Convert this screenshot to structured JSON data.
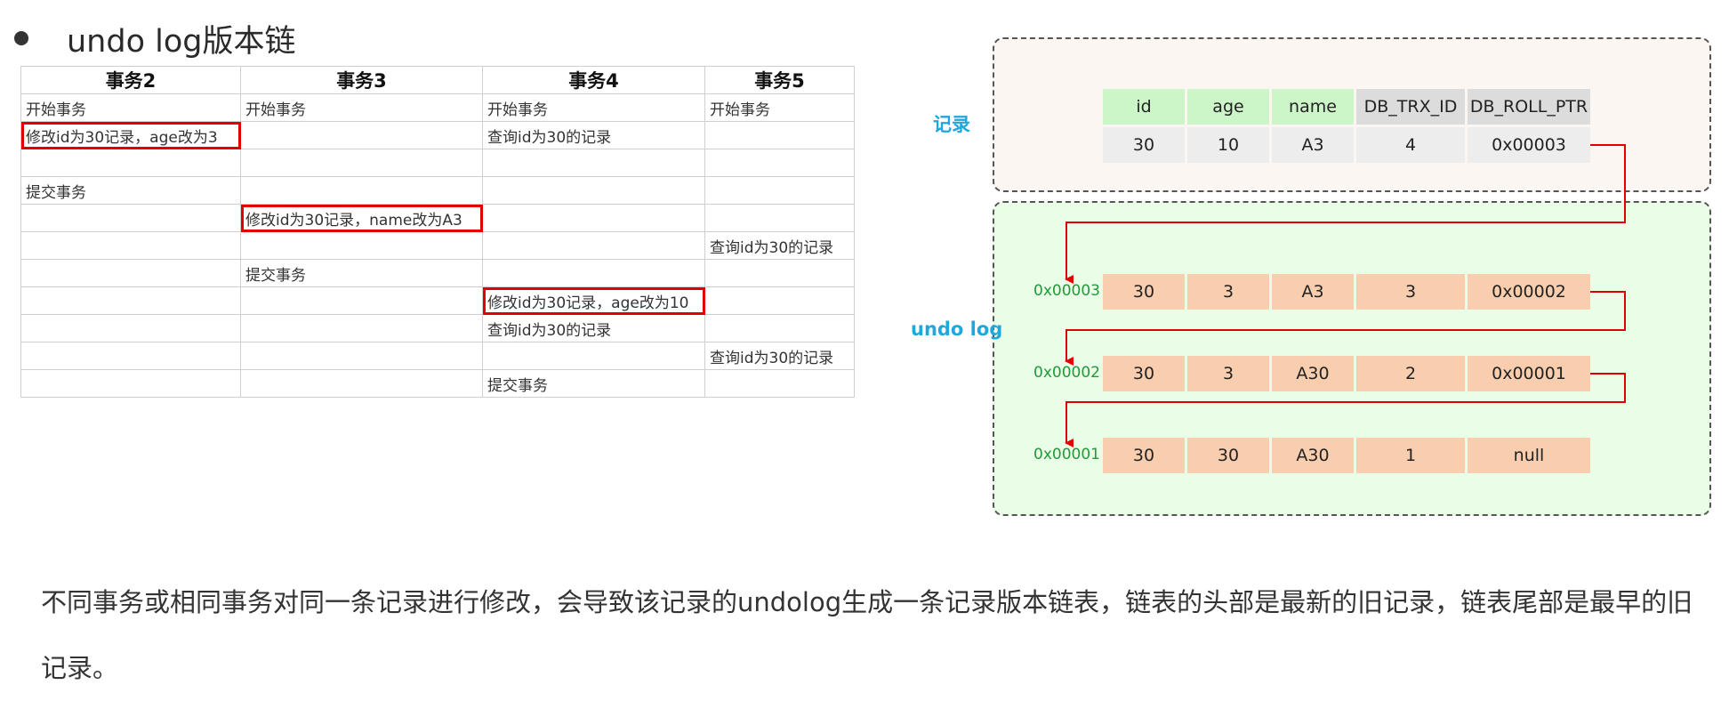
{
  "title": "undo log版本链",
  "table": {
    "headers": [
      "事务2",
      "事务3",
      "事务4",
      "事务5"
    ],
    "rows": [
      [
        "开始事务",
        "开始事务",
        "开始事务",
        "开始事务"
      ],
      [
        "修改id为30记录，age改为3",
        "",
        "查询id为30的记录",
        ""
      ],
      [
        "",
        "",
        "",
        ""
      ],
      [
        "提交事务",
        "",
        "",
        ""
      ],
      [
        "",
        "修改id为30记录，name改为A3",
        "",
        ""
      ],
      [
        "",
        "",
        "",
        "查询id为30的记录"
      ],
      [
        "",
        "提交事务",
        "",
        ""
      ],
      [
        "",
        "",
        "修改id为30记录，age改为10",
        ""
      ],
      [
        "",
        "",
        "查询id为30的记录",
        ""
      ],
      [
        "",
        "",
        "",
        "查询id为30的记录"
      ],
      [
        "",
        "",
        "提交事务",
        ""
      ]
    ]
  },
  "diagram": {
    "record_label": "记录",
    "undo_label": "undo log",
    "columns": [
      "id",
      "age",
      "name",
      "DB_TRX_ID",
      "DB_ROLL_PTR"
    ],
    "record": [
      "30",
      "10",
      "A3",
      "4",
      "0x00003"
    ],
    "undo_rows": [
      {
        "addr": "0x00003",
        "values": [
          "30",
          "3",
          "A3",
          "3",
          "0x00002"
        ]
      },
      {
        "addr": "0x00002",
        "values": [
          "30",
          "3",
          "A30",
          "2",
          "0x00001"
        ]
      },
      {
        "addr": "0x00001",
        "values": [
          "30",
          "30",
          "A30",
          "1",
          "null"
        ]
      }
    ]
  },
  "paragraph": "不同事务或相同事务对同一条记录进行修改，会导致该记录的undolog生成一条记录版本链表，链表的头部是最新的旧记录，链表尾部是最早的旧记录。",
  "colors": {
    "highlight": "#e00000",
    "record_label": "#1fa7e0",
    "address": "#1f9b3a",
    "arrow": "#e00000",
    "record_bg": "#fbf6f2",
    "undo_bg": "#eafde6",
    "peach": "#f9ceae"
  }
}
